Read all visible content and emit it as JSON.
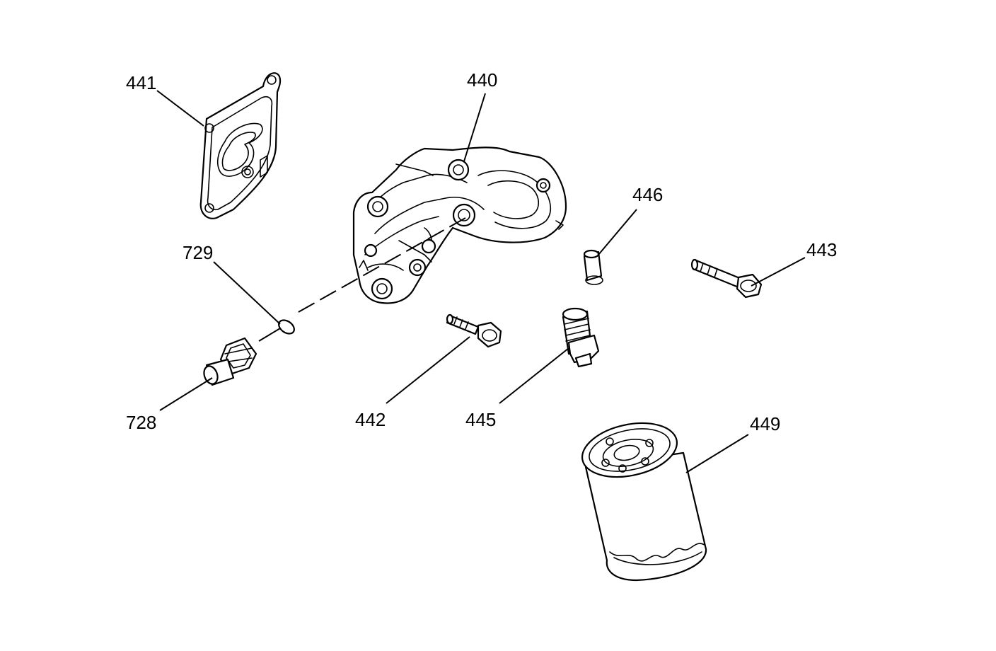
{
  "callouts": [
    {
      "id": "441",
      "text": "441"
    },
    {
      "id": "440",
      "text": "440"
    },
    {
      "id": "446",
      "text": "446"
    },
    {
      "id": "443",
      "text": "443"
    },
    {
      "id": "729",
      "text": "729"
    },
    {
      "id": "728",
      "text": "728"
    },
    {
      "id": "442",
      "text": "442"
    },
    {
      "id": "445",
      "text": "445"
    },
    {
      "id": "449",
      "text": "449"
    }
  ]
}
